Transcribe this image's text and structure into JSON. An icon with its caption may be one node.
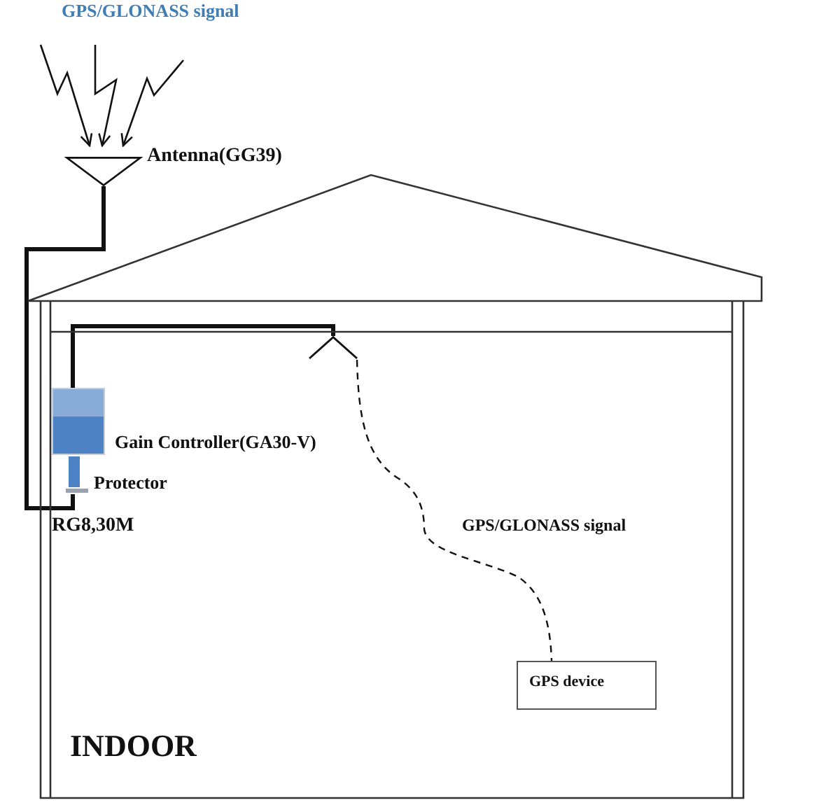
{
  "diagram": {
    "nodes": [
      {
        "text": [
          "Antenna(GG39)"
        ]
      },
      {
        "text": [
          "INDOOR"
        ]
      },
      {
        "text": [
          "Gain Controller(GA30-V)"
        ],
        "in": 1
      },
      {
        "text": [
          "Protector"
        ],
        "in": 1
      },
      {
        "text": [],
        "shape": "picture",
        "in": 1
      },
      {
        "text": [
          "GPS device"
        ],
        "in": 1
      }
    ],
    "edges": [
      {
        "from": null,
        "to": 0,
        "arrow": "to"
      },
      {
        "from": null,
        "to": 0,
        "arrow": "to"
      },
      {
        "from": null,
        "to": 0,
        "arrow": "to"
      },
      {
        "from": 0,
        "to": 3,
        "arrow": "none",
        "style": "thick",
        "label": "RG8,30M"
      },
      {
        "from": 2,
        "to": 4,
        "arrow": "none",
        "style": "thick"
      },
      {
        "from": 4,
        "to": 5,
        "arrow": "none",
        "style": "dashed",
        "label": "GPS/GLONASS signal"
      }
    ],
    "labels": [
      "GPS/GLONASS signal"
    ]
  }
}
